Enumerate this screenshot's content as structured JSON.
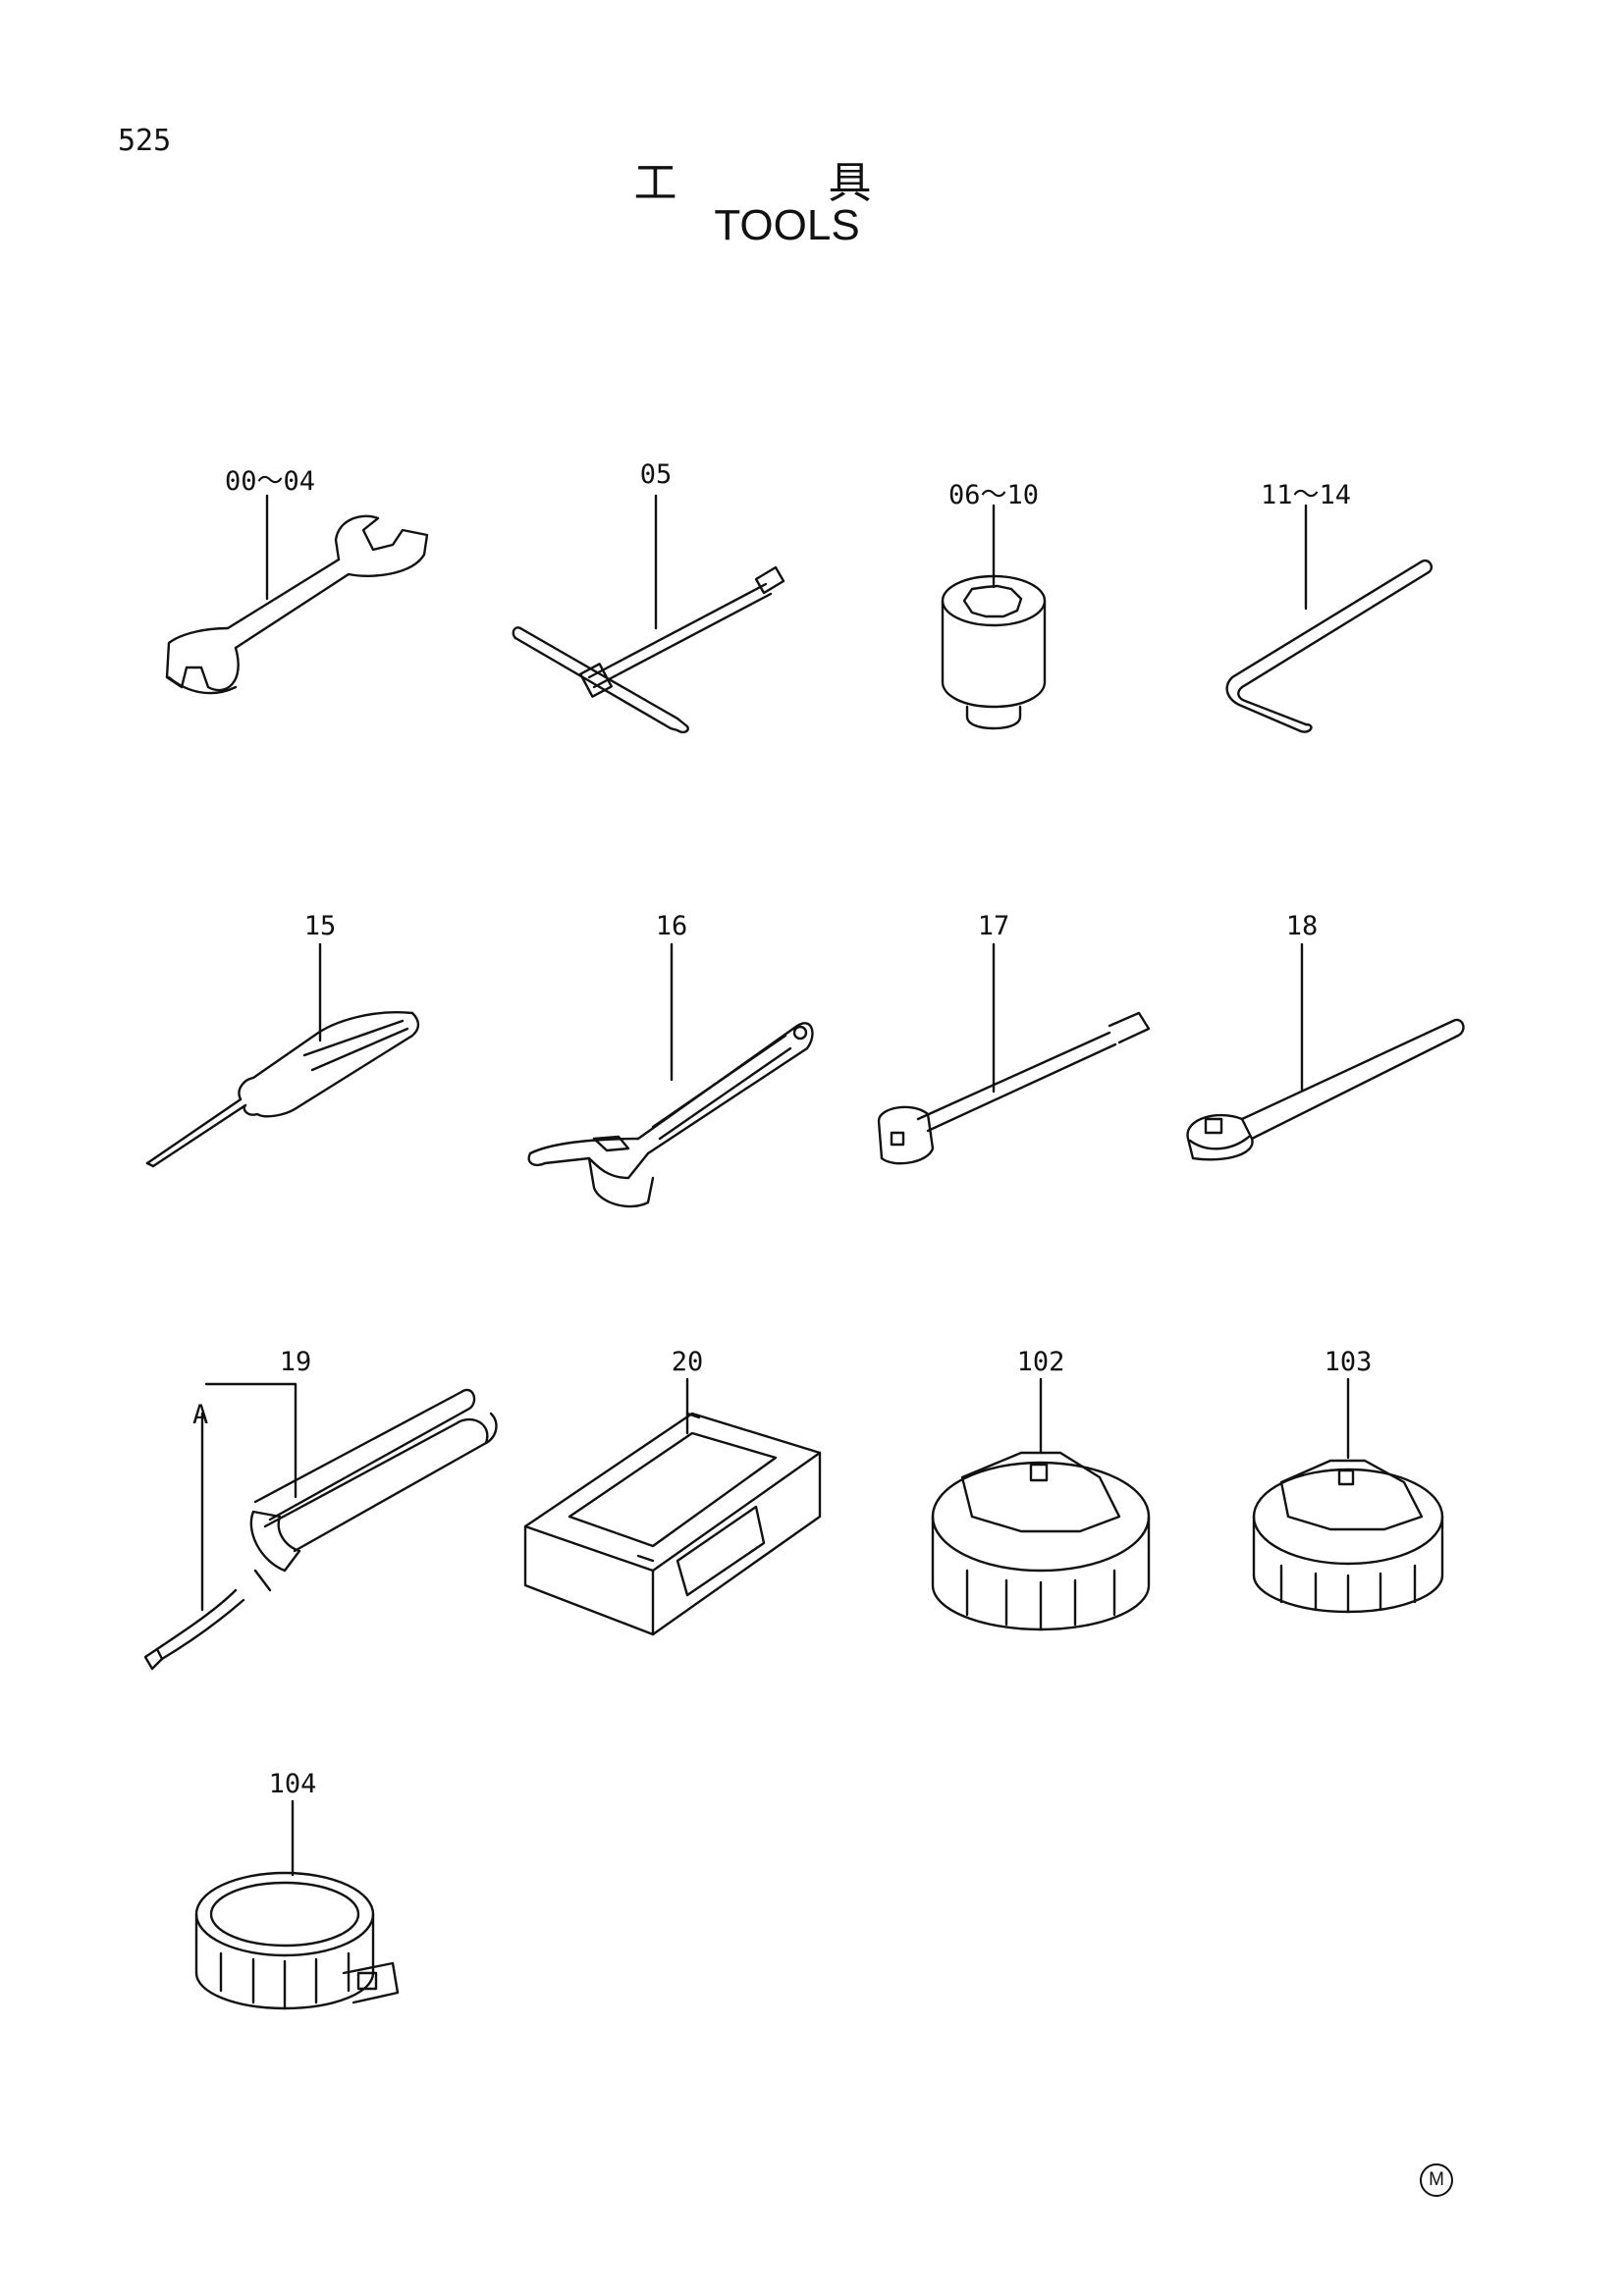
{
  "page_number": "525",
  "title_jp": "工 具",
  "title_en": "TOOLS",
  "callouts": {
    "c00_04": "00～04",
    "c05": "05",
    "c06_10": "06～10",
    "c11_14": "11～14",
    "c15": "15",
    "c16": "16",
    "c17": "17",
    "c18": "18",
    "c19": "19",
    "cA": "A",
    "c20": "20",
    "c102": "102",
    "c103": "103",
    "c104": "104"
  },
  "marker": "M",
  "icons": [
    "spanner-icon",
    "t-handle-wrench-icon",
    "socket-icon",
    "hex-key-icon",
    "screwdriver-icon",
    "adjustable-wrench-icon",
    "extension-bar-icon",
    "ratchet-handle-icon",
    "grease-gun-icon",
    "tool-box-icon",
    "filter-wrench-icon",
    "filter-band-wrench-icon"
  ]
}
